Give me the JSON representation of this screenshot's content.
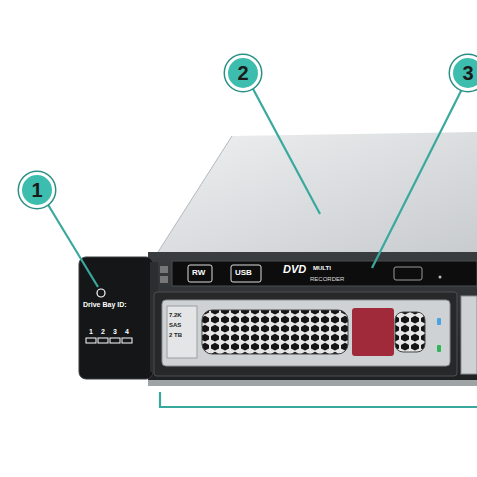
{
  "diagram": {
    "nodes": [
      {
        "text": [
          "1"
        ]
      },
      {
        "text": [
          "2"
        ]
      },
      {
        "text": [
          "3"
        ]
      }
    ],
    "labels": [
      "Drive Bay ID:",
      "1",
      "2",
      "3",
      "4",
      "RW",
      "USB",
      "DVD",
      "MULTI",
      "RECORDER",
      "7.2K",
      "SAS",
      "2 TB"
    ]
  }
}
